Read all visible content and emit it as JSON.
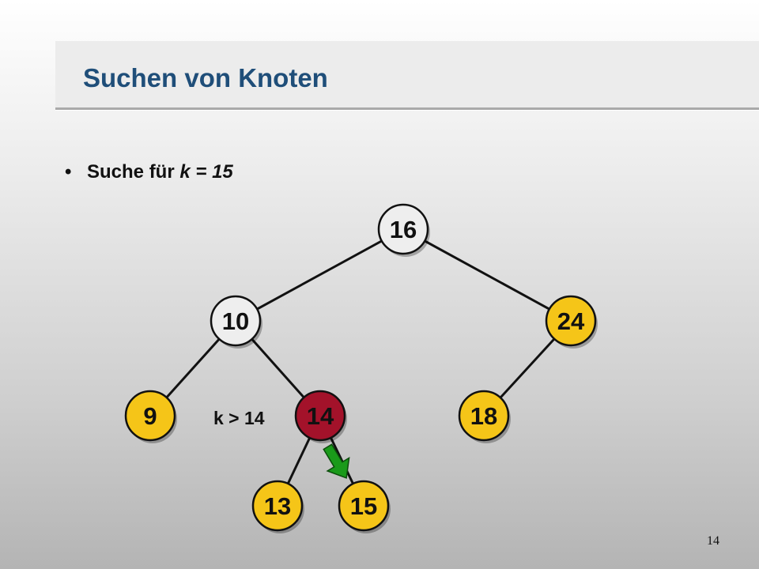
{
  "slide": {
    "title": "Suchen von Knoten",
    "bullet": {
      "marker": "•",
      "text_prefix": "Suche für ",
      "key_var": "k",
      "equals": " = ",
      "key_value": "15"
    },
    "page_number": "14"
  },
  "tree": {
    "nodes": [
      {
        "id": "n16",
        "label": "16",
        "state": "visited"
      },
      {
        "id": "n10",
        "label": "10",
        "state": "visited"
      },
      {
        "id": "n24",
        "label": "24",
        "state": "unvisited"
      },
      {
        "id": "n9",
        "label": "9",
        "state": "unvisited"
      },
      {
        "id": "n14",
        "label": "14",
        "state": "current"
      },
      {
        "id": "n18",
        "label": "18",
        "state": "unvisited"
      },
      {
        "id": "n13",
        "label": "13",
        "state": "unvisited"
      },
      {
        "id": "n15",
        "label": "15",
        "state": "unvisited"
      }
    ],
    "edges": [
      [
        "n16",
        "n10"
      ],
      [
        "n16",
        "n24"
      ],
      [
        "n10",
        "n9"
      ],
      [
        "n10",
        "n14"
      ],
      [
        "n24",
        "n18"
      ],
      [
        "n14",
        "n13"
      ],
      [
        "n14",
        "n15"
      ]
    ],
    "comparison_label": "k > 14",
    "arrow": {
      "from": "n14",
      "to": "n15",
      "color": "#1a9a1a"
    }
  },
  "colors": {
    "visited": "#eeeeee",
    "unvisited": "#f5c518",
    "current": "#a3122a",
    "title": "#1f4e79"
  }
}
